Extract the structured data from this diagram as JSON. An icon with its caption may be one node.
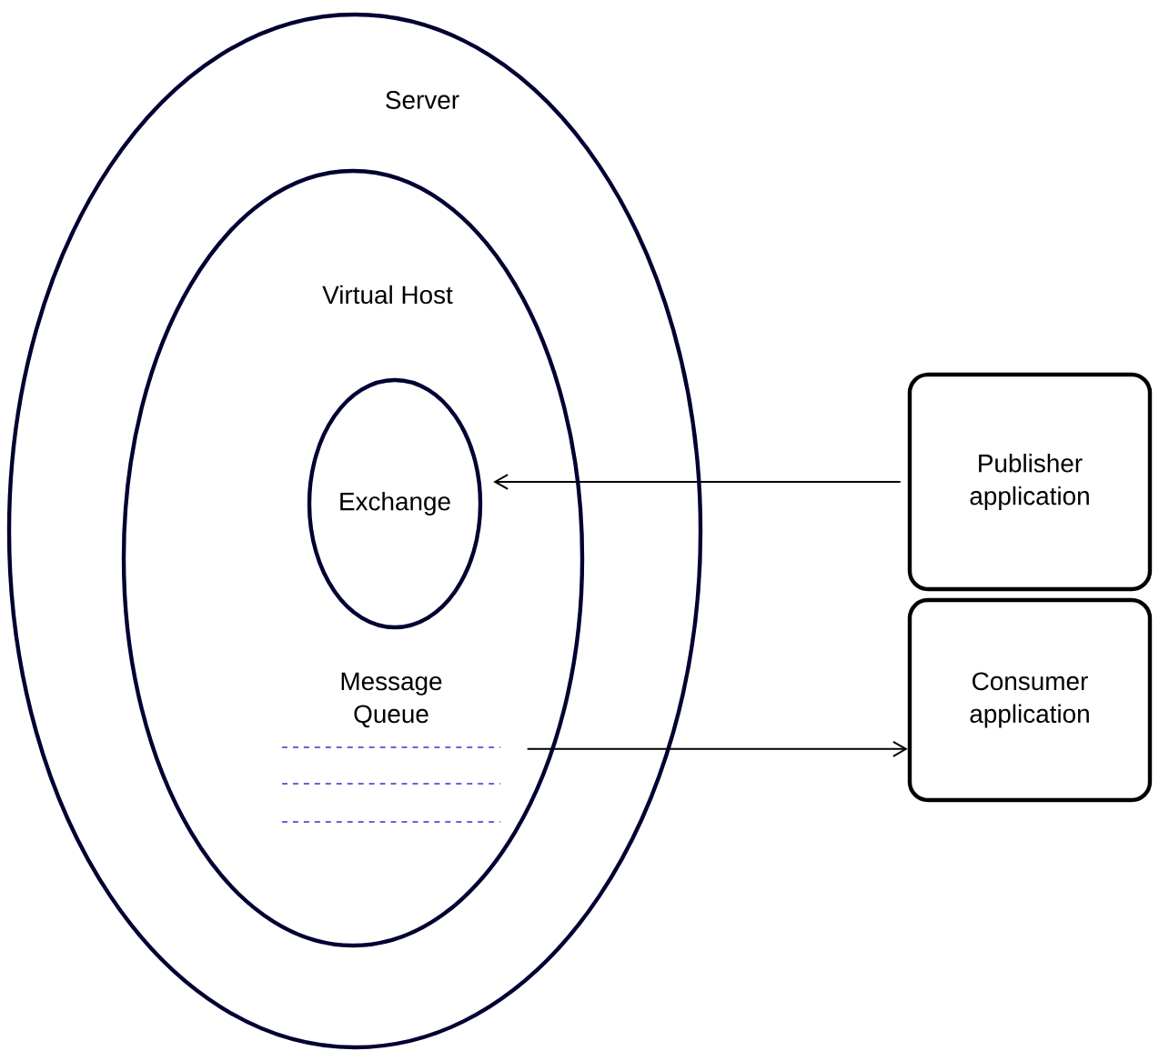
{
  "diagram": {
    "nodes": [
      {
        "text": [
          "Server"
        ]
      },
      {
        "text": [
          "Virtual Host"
        ],
        "in": 0
      },
      {
        "text": [
          "Exchange"
        ],
        "in": 1
      },
      {
        "text": [
          "Message Queue"
        ],
        "in": 1
      },
      {
        "text": [
          "Publisher application"
        ]
      },
      {
        "text": [
          "Consumer application"
        ]
      }
    ],
    "edges": [
      {
        "from": 4,
        "to": 2,
        "arrow": "to"
      },
      {
        "from": 3,
        "to": 5,
        "arrow": "to"
      }
    ]
  }
}
